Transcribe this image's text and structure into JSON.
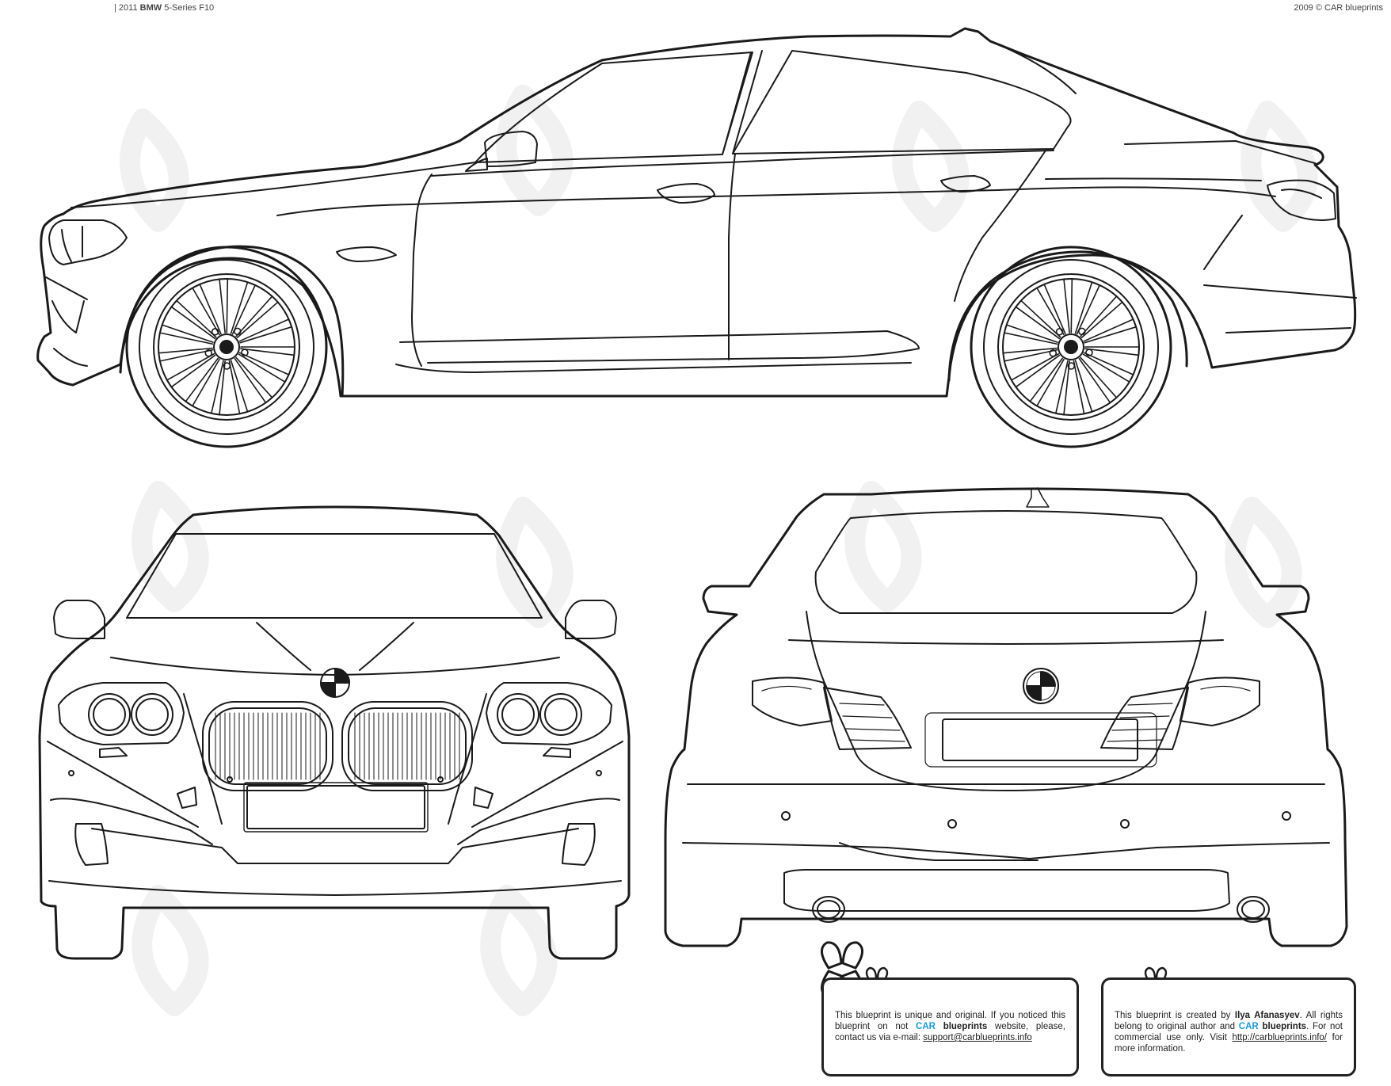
{
  "header": {
    "prefix": "| 2011",
    "brand": "BMW",
    "model": "5-Series F10",
    "copyright": "2009 © CAR blueprints"
  },
  "note_left": {
    "text_1": "This blueprint is unique and original. If you noticed this blueprint on not",
    "brand_1": "CAR",
    "brand_2": "blueprints",
    "text_2": "website, please, contact us via e-mail:",
    "email": "support@carblueprints.info"
  },
  "note_right": {
    "text_1": "This blueprint is created by",
    "author": "Ilya Afanasyev",
    "text_2": ". All rights belong to original author and",
    "brand_1": "CAR",
    "brand_2": "blueprints",
    "text_3": ". For not commercial use only. Visit",
    "url": "http://carblueprints.info/",
    "text_4": "for more information."
  },
  "colors": {
    "line": "#1a1a1a",
    "accent": "#1a9ad6",
    "watermark": "#f2f2f2"
  },
  "icons": [
    "butterfly-logo-icon",
    "butterfly-small-icon"
  ]
}
